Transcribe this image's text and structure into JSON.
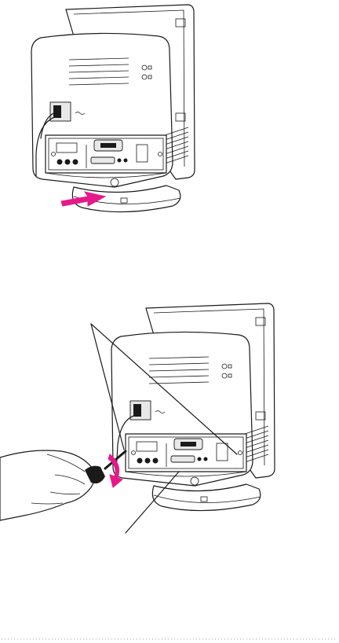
{
  "colors": {
    "line": "#1a1a1a",
    "accent": "#e6198a",
    "background": "#ffffff",
    "separator": "#9a9a9a"
  },
  "figures": [
    {
      "name": "monitor-back-insert-drawer",
      "accent_element": "push-arrow"
    },
    {
      "name": "monitor-back-tighten-screws",
      "accent_element": "rotation-arrow"
    }
  ],
  "footer": {
    "style": "dotted-line"
  }
}
